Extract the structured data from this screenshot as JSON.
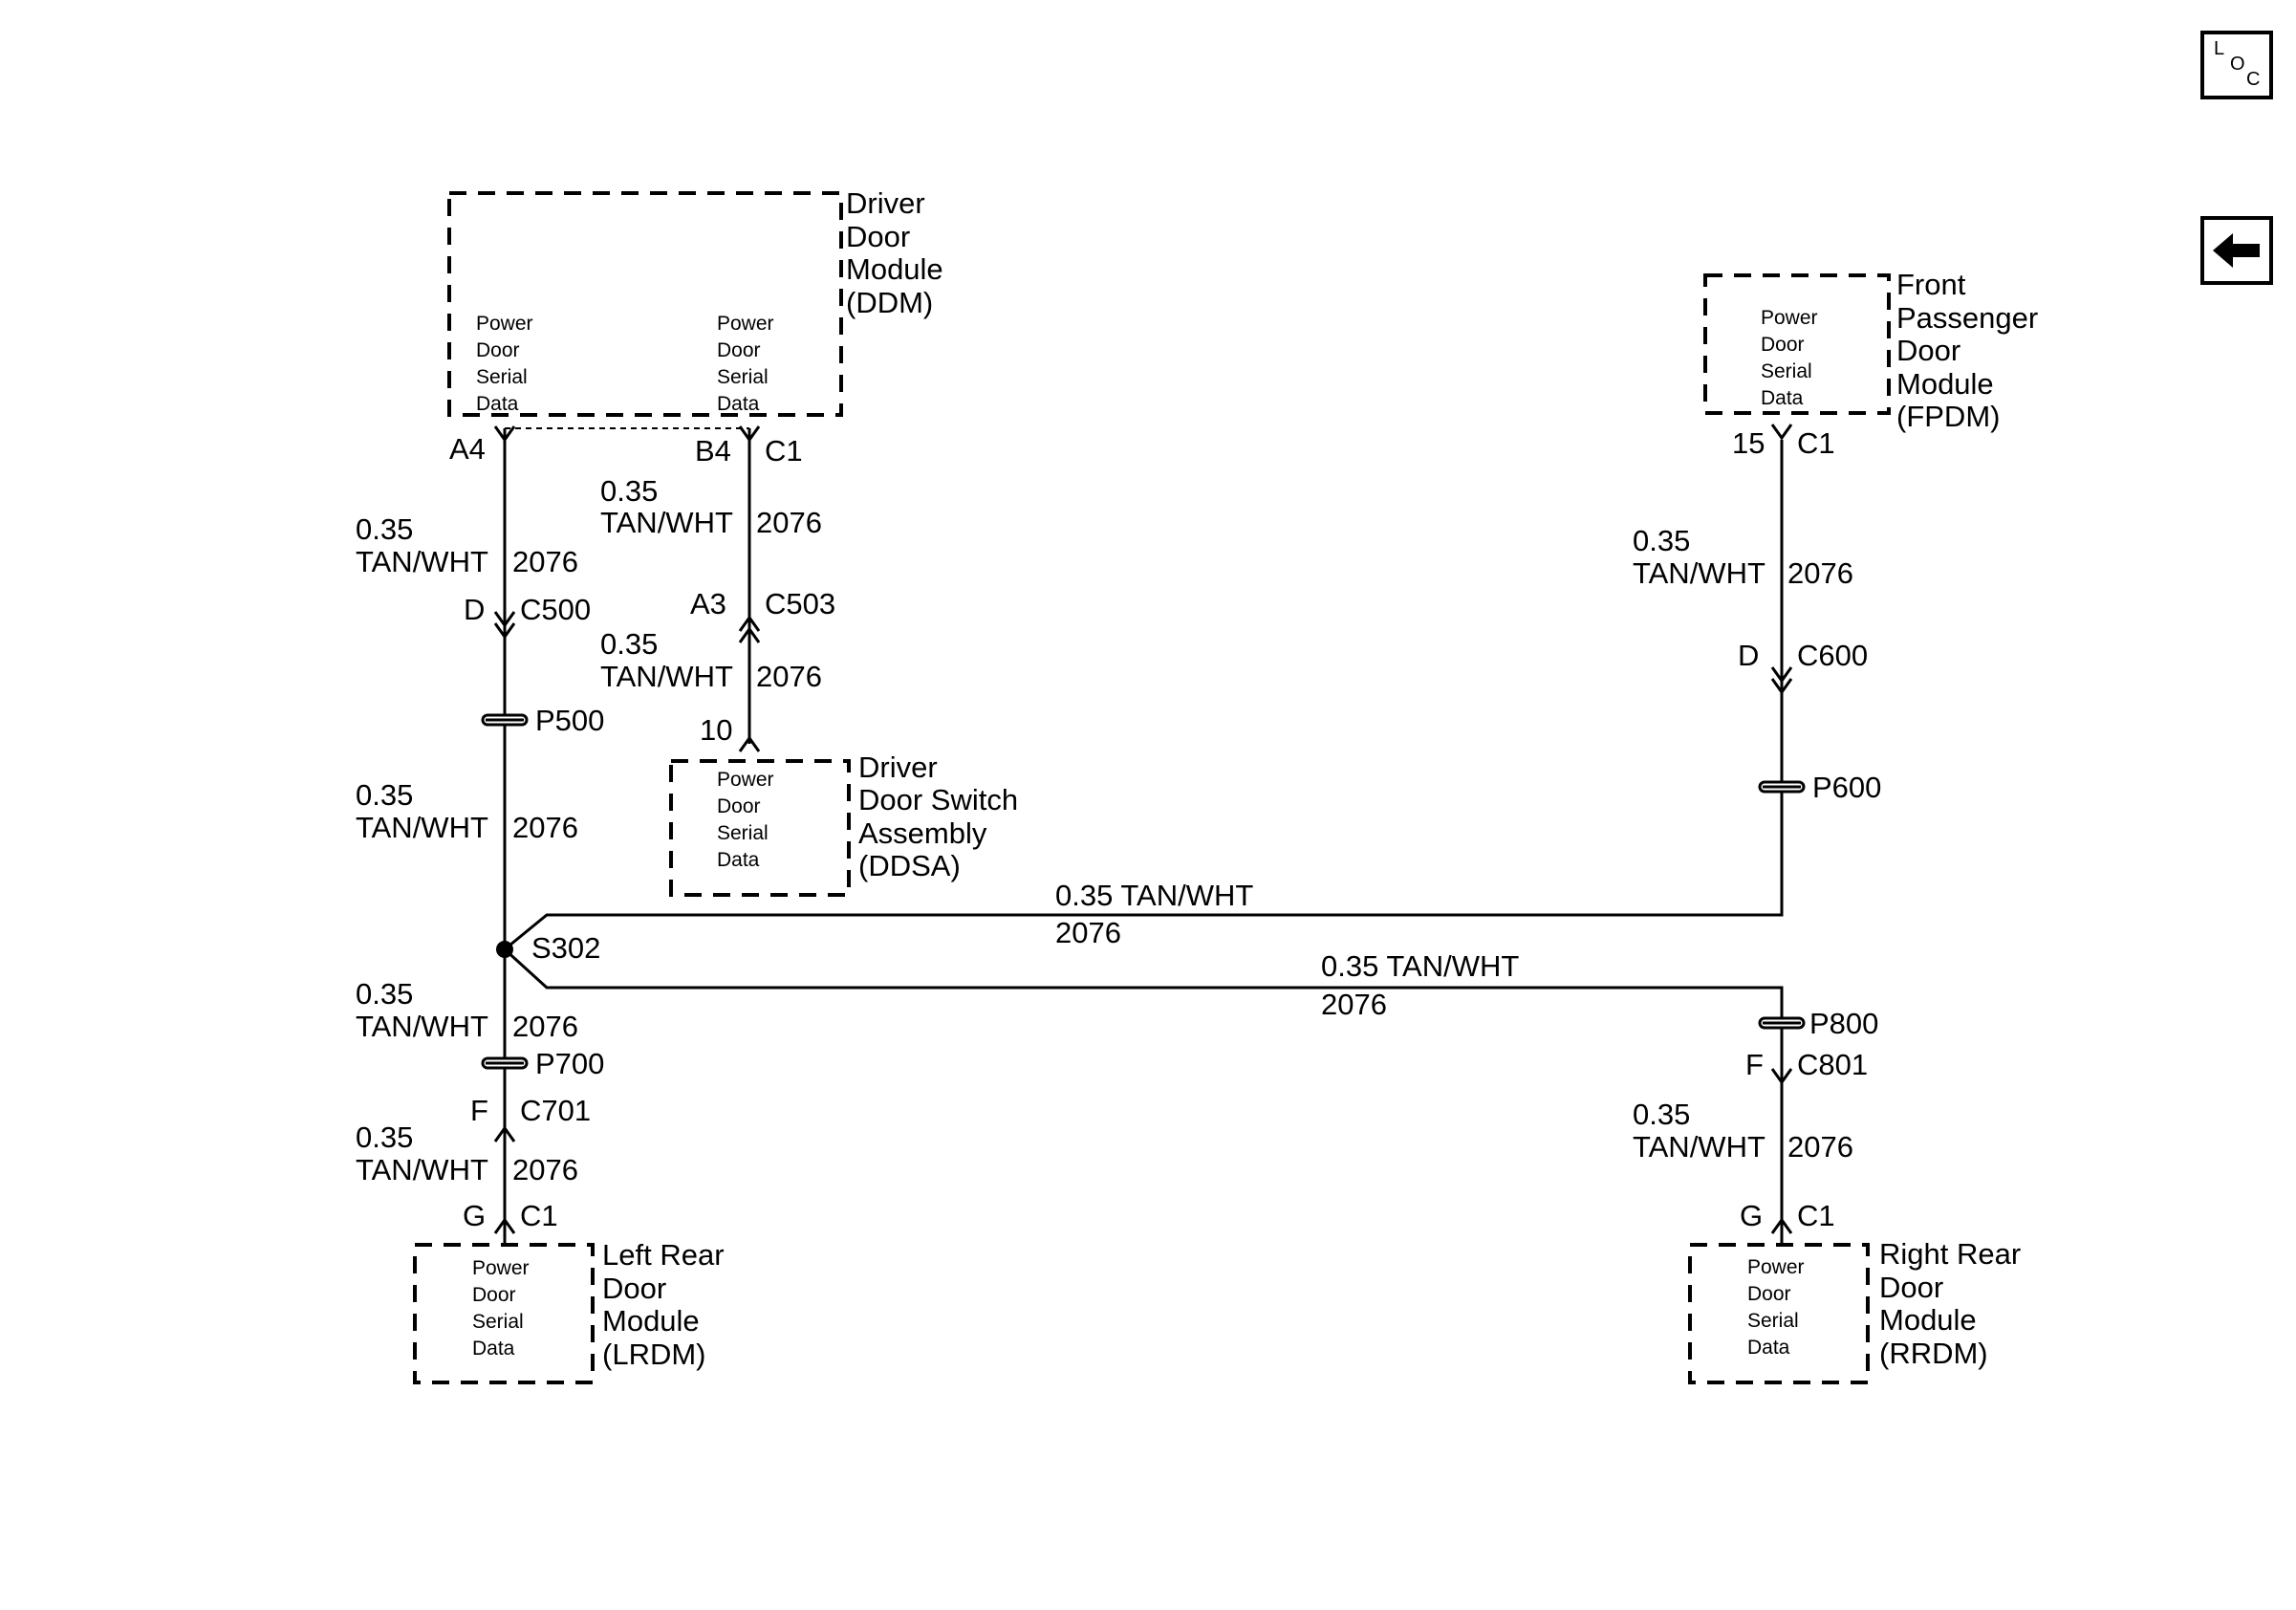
{
  "buttons": {
    "loc": {
      "l": "L",
      "o": "O",
      "c": "C"
    },
    "back_icon": "left-arrow-icon"
  },
  "wire": {
    "gauge": "0.35",
    "color": "TAN/WHT",
    "circuit": "2076",
    "gauge_color": "0.35 TAN/WHT"
  },
  "ddm": {
    "name": [
      "Driver",
      "Door",
      "Module",
      "(DDM)"
    ],
    "pin_a": "A4",
    "pin_b": "B4",
    "connector": "C1"
  },
  "fpdm": {
    "name": [
      "Front",
      "Passenger",
      "Door",
      "Module",
      "(FPDM)"
    ],
    "pin": "15",
    "connector": "C1"
  },
  "ddsa": {
    "name": [
      "Driver",
      "Door Switch",
      "Assembly",
      "(DDSA)"
    ],
    "pin": "10"
  },
  "lrdm": {
    "name": [
      "Left Rear",
      "Door",
      "Module",
      "(LRDM)"
    ],
    "pin": "G",
    "connector": "C1"
  },
  "rrdm": {
    "name": [
      "Right Rear",
      "Door",
      "Module",
      "(RRDM)"
    ],
    "pin": "G",
    "connector": "C1"
  },
  "signal": [
    "Power",
    "Door",
    "Serial",
    "Data"
  ],
  "connectors": {
    "c500": {
      "pin": "D",
      "name": "C500"
    },
    "c503": {
      "pin": "A3",
      "name": "C503"
    },
    "c600": {
      "pin": "D",
      "name": "C600"
    },
    "c701": {
      "pin": "F",
      "name": "C701"
    },
    "c801": {
      "pin": "F",
      "name": "C801"
    }
  },
  "pass_throughs": {
    "p500": "P500",
    "p600": "P600",
    "p700": "P700",
    "p800": "P800"
  },
  "splice": "S302"
}
